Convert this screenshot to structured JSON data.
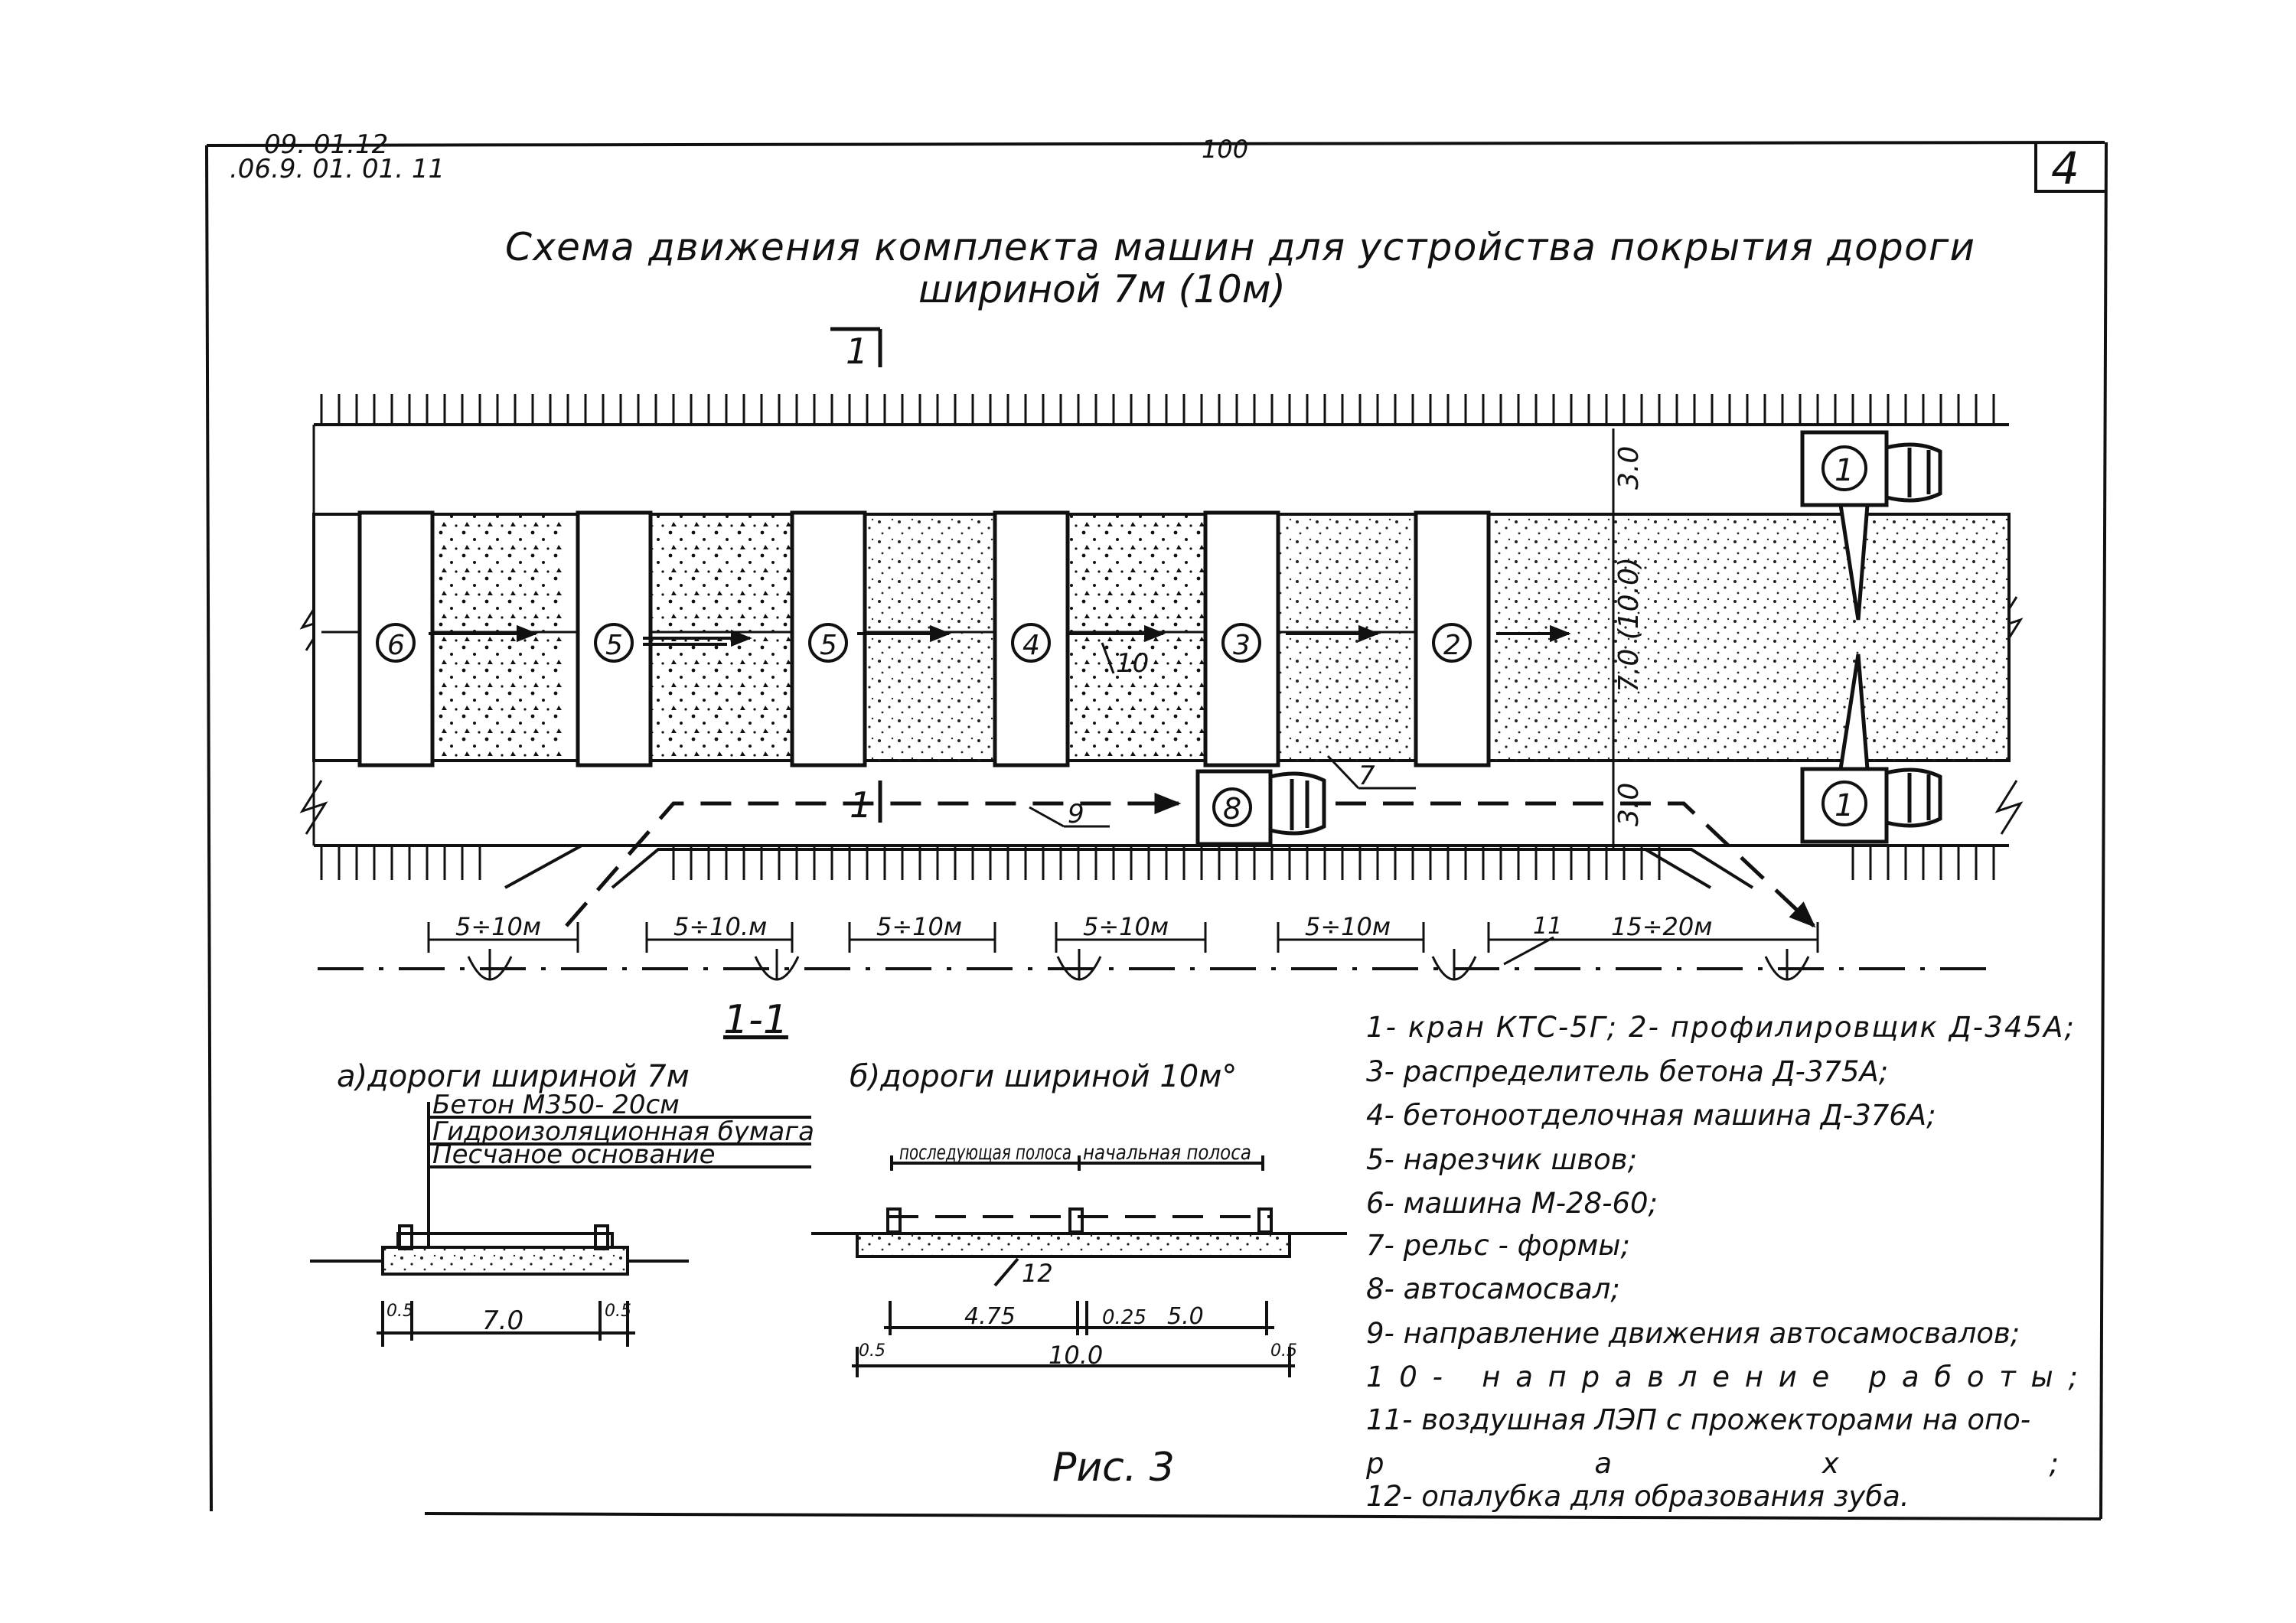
{
  "header": {
    "code_top": "09. 01.12",
    "code_bottom": ".06.9. 01. 01. 11",
    "page_number": "100",
    "sheet_number": "4"
  },
  "title": {
    "line1": "Схема движения комплекта машин для устройства покрытия дороги",
    "line2": "шириной 7м (10м)"
  },
  "section_marks": {
    "top": "1",
    "bottom": "1"
  },
  "plan": {
    "machines": [
      {
        "num": "6"
      },
      {
        "num": "5"
      },
      {
        "num": "5"
      },
      {
        "num": "4"
      },
      {
        "num": "3"
      },
      {
        "num": "2"
      }
    ],
    "cranes": [
      {
        "num": "1"
      },
      {
        "num": "1"
      }
    ],
    "truck": {
      "num": "8"
    },
    "callouts": {
      "work_direction": "10",
      "rail": "7",
      "truck_direction": "9",
      "power_line": "11"
    },
    "dims_right": {
      "top": "3.0",
      "middle": "7.0 (10.0)",
      "bottom": "3.0"
    },
    "spacings": [
      "5÷10м",
      "5÷10.м",
      "5÷10м",
      "5÷10м",
      "5÷10м",
      "15÷20м"
    ]
  },
  "sections": {
    "title": "1-1",
    "a": {
      "heading": "а)дороги шириной 7м",
      "layers": [
        "Бетон М350- 20см",
        "Гидроизоляционная бумага",
        "Песчаное основание"
      ],
      "dims": [
        "0.5",
        "7.0",
        "0.5"
      ]
    },
    "b": {
      "heading": "б)дороги шириной 10м°",
      "strip_left": "последующая полоса",
      "strip_right": "начальная полоса",
      "callout": "12",
      "dims_top": [
        "4.75",
        "0.25",
        "5.0"
      ],
      "dims_bottom": [
        "0.5",
        "10.0",
        "0.5"
      ]
    }
  },
  "legend": [
    "1- кран КТС-5Г;   2- профилировщик Д-345А;",
    "3- распределитель бетона Д-375А;",
    "4- бетоноотделочная машина Д-376А;",
    "5- нарезчик швов;",
    "6- машина М-28-60;",
    "7- рельс - формы;",
    "8- автосамосвал;",
    "9- направление движения автосамосвалов;",
    "10- направление работы;",
    "11- воздушная ЛЭП с прожекторами на опо-",
    "рах;",
    "12- опалубка для образования зуба."
  ],
  "figure_caption": "Рис. 3"
}
